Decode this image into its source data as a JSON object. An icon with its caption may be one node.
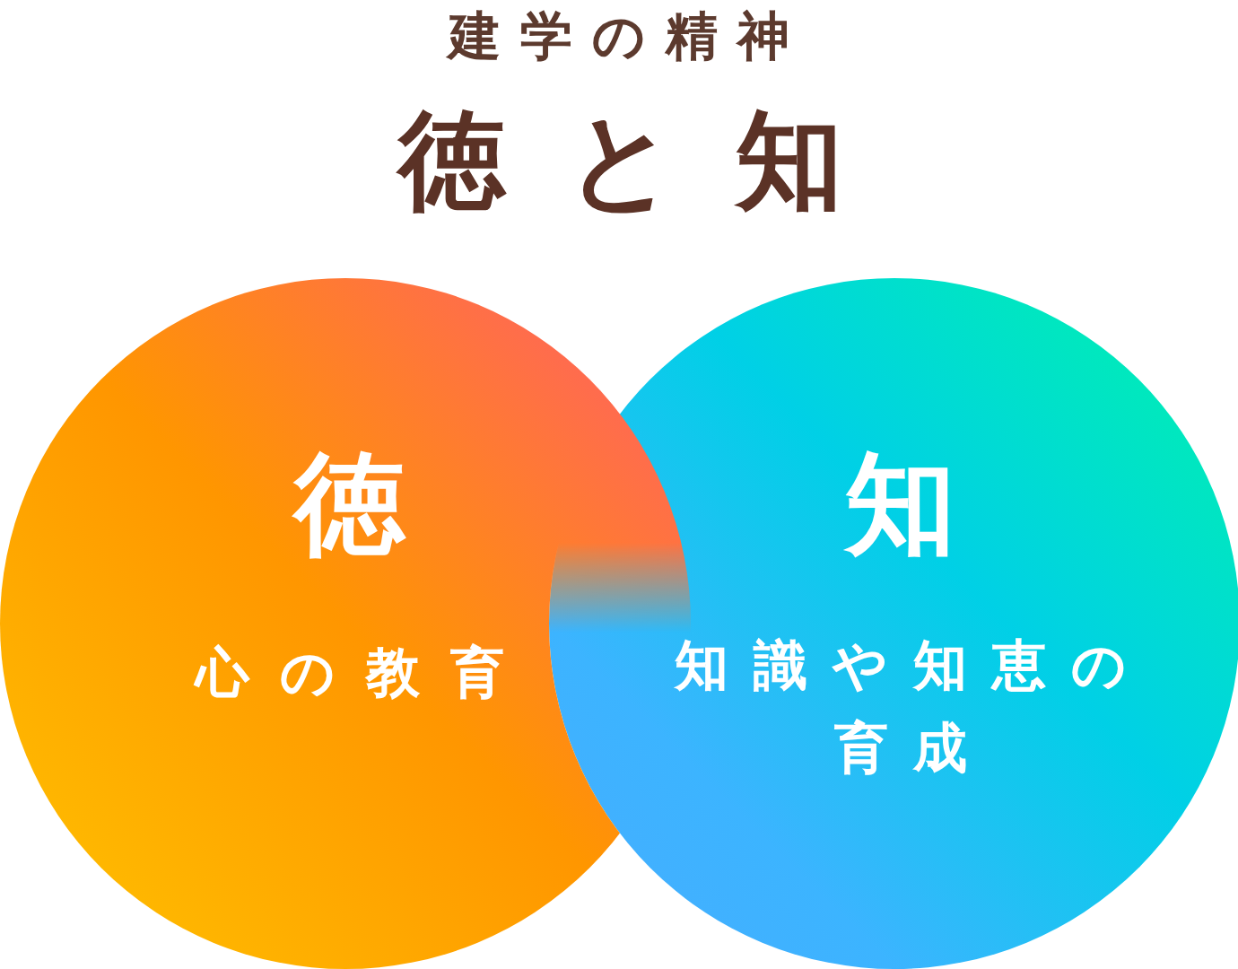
{
  "diagram": {
    "title": "徳と知",
    "nodes": [
      {
        "text": [
          "徳",
          "心の教育"
        ]
      },
      {
        "text": [
          "知",
          "知識や知恵の育成"
        ]
      }
    ],
    "labels": [
      "建学の精神"
    ]
  }
}
